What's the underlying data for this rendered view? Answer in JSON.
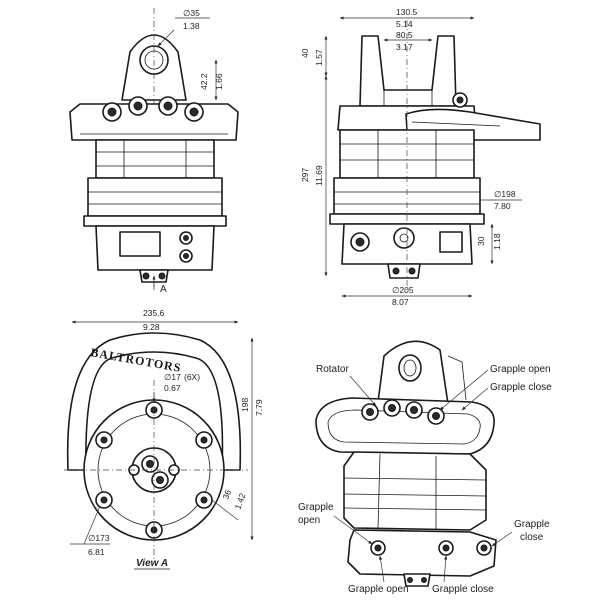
{
  "brand": "BALTROTORS",
  "top_left_view": {
    "dim_pin_diameter": "∅35",
    "dim_pin_diameter_in": "1.38",
    "dim_pin_height": "42.2",
    "dim_pin_height_in": "1.66",
    "section_marker": "A"
  },
  "top_right_view": {
    "dim_width": "130.5",
    "dim_width_in": "5.14",
    "dim_inner_width": "80.5",
    "dim_inner_width_in": "3.17",
    "dim_ear_height": "40",
    "dim_ear_height_in": "1.57",
    "dim_total_height": "297",
    "dim_total_height_in": "11.69",
    "dim_body_diameter": "∅198",
    "dim_body_diameter_in": "7.80",
    "dim_base_height": "30",
    "dim_base_height_in": "1.18",
    "dim_base_diameter": "∅205",
    "dim_base_diameter_in": "8.07"
  },
  "view_a": {
    "title": "View A",
    "dim_width": "235.6",
    "dim_width_in": "9.28",
    "dim_holes": "∅17",
    "dim_holes_count": "(6X)",
    "dim_holes_in": "0.67",
    "dim_height": "198",
    "dim_height_in": "7.79",
    "dim_offset": "36",
    "dim_offset_in": "1.42",
    "dim_bolt_circle": "∅173",
    "dim_bolt_circle_in": "6.81"
  },
  "iso_view": {
    "label_rotator": "Rotator",
    "label_grapple_open_top": "Grapple open",
    "label_grapple_close_top": "Grapple close",
    "label_grapple_open_left_1": "Grapple",
    "label_grapple_open_left_2": "open",
    "label_grapple_close_right_1": "Grapple",
    "label_grapple_close_right_2": "close",
    "label_grapple_open_bottom": "Grapple open",
    "label_grapple_close_bottom": "Grapple close"
  }
}
